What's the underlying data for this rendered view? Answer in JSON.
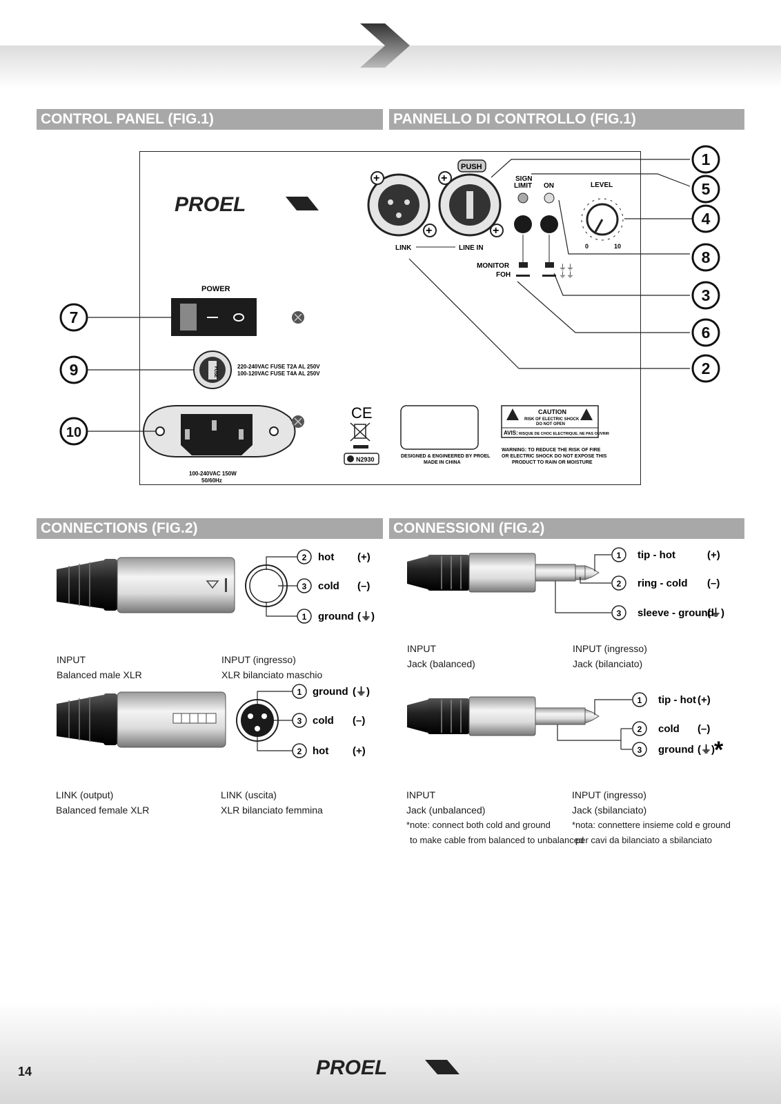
{
  "header": {
    "chevron": "chevron-right-icon"
  },
  "sections": {
    "control_panel_en": "CONTROL PANEL (FIG.1)",
    "control_panel_it": "PANNELLO DI CONTROLLO (FIG.1)",
    "connections_en": "CONNECTIONS (FIG.2)",
    "connections_it": "CONNESSIONI (FIG.2)"
  },
  "panel": {
    "brand": "PROEL",
    "push": "PUSH",
    "sign_limit_1": "SIGN",
    "sign_limit_2": "LIMIT",
    "on": "ON",
    "level": "LEVEL",
    "level_min": "0",
    "level_max": "10",
    "link": "LINK",
    "line_in": "LINE IN",
    "monitor": "MONITOR",
    "foh": "FOH",
    "power": "POWER",
    "fuse_1": "220-240VAC FUSE T2A AL 250V",
    "fuse_2": "100-120VAC FUSE T4A AL 250V",
    "fuse_cap": "FUSE",
    "mains_1": "100-240VAC 150W",
    "mains_2": "50/60Hz",
    "ce": "CE",
    "cert": "N2930",
    "designed_1": "DESIGNED & ENGINEERED BY PROEL",
    "designed_2": "MADE IN CHINA",
    "caution": "CAUTION",
    "caution_2": "RISK OF ELECTRIC SHOCK",
    "caution_3": "DO NOT OPEN",
    "avis": "AVIS:",
    "avis_text": "RISQUE DE CHOC ELECTRIQUE, NE PAS OUVRIR",
    "warning_1": "WARNING: TO REDUCE THE RISK OF FIRE",
    "warning_2": "OR ELECTRIC SHOCK DO NOT EXPOSE THIS",
    "warning_3": "PRODUCT TO RAIN OR MOISTURE",
    "callouts": [
      "1",
      "2",
      "3",
      "4",
      "5",
      "6",
      "7",
      "8",
      "9",
      "10"
    ]
  },
  "connections": {
    "xlr_male": {
      "pins": [
        {
          "num": "2",
          "name": "hot",
          "sign": "(+)"
        },
        {
          "num": "3",
          "name": "cold",
          "sign": "(–)"
        },
        {
          "num": "1",
          "name": "ground",
          "sign": "(⏚)"
        }
      ],
      "en_1": "INPUT",
      "en_2": "Balanced  male  XLR",
      "it_1": "INPUT (ingresso)",
      "it_2": "XLR  bilanciato  maschio"
    },
    "xlr_female": {
      "pins": [
        {
          "num": "1",
          "name": "ground",
          "sign": "(⏚)"
        },
        {
          "num": "3",
          "name": "cold",
          "sign": "(–)"
        },
        {
          "num": "2",
          "name": "hot",
          "sign": "(+)"
        }
      ],
      "en_1": "LINK (output)",
      "en_2": "Balanced  female  XLR",
      "it_1": "LINK (uscita)",
      "it_2": "XLR  bilanciato  femmina"
    },
    "jack_bal": {
      "pins": [
        {
          "num": "1",
          "name": "tip - hot",
          "sign": "(+)"
        },
        {
          "num": "2",
          "name": "ring - cold",
          "sign": "(–)"
        },
        {
          "num": "3",
          "name": "sleeve - ground",
          "sign": "(⏚)"
        }
      ],
      "en_1": "INPUT",
      "en_2": "Jack (balanced)",
      "it_1": "INPUT (ingresso)",
      "it_2": "Jack (bilanciato)"
    },
    "jack_unbal": {
      "pins": [
        {
          "num": "1",
          "name": "tip - hot",
          "sign": "(+)"
        },
        {
          "num": "2",
          "name": "cold",
          "sign": "(–)"
        },
        {
          "num": "3",
          "name": "ground",
          "sign": "(⏚)"
        }
      ],
      "asterisk": "*",
      "en_1": "INPUT",
      "en_2": "Jack (unbalanced)",
      "it_1": "INPUT (ingresso)",
      "it_2": "Jack (sbilanciato)",
      "note_en_1": "*note: connect both cold and ground",
      "note_en_2": "to make cable from balanced to unbalanced",
      "note_it_1": "*nota: connettere insieme cold e ground",
      "note_it_2": "per cavi da bilanciato a sbilanciato"
    }
  },
  "footer": {
    "brand": "PROEL",
    "page": "14"
  }
}
